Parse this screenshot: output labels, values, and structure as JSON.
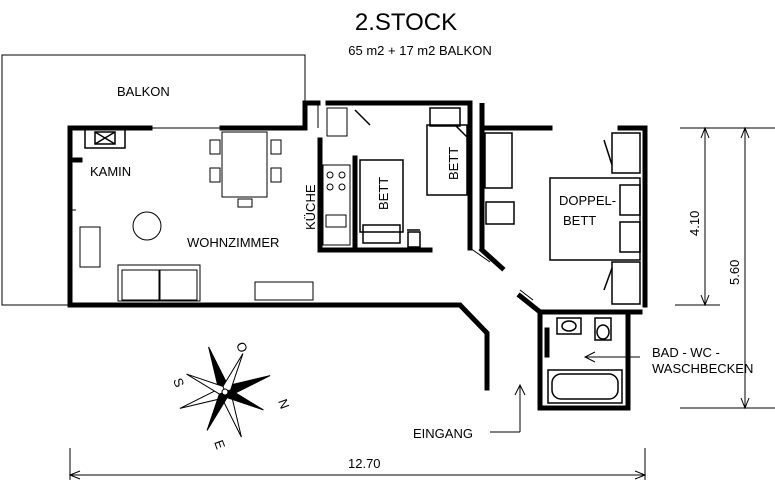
{
  "title": "2.STOCK",
  "subtitle": "65 m2 + 17 m2 BALKON",
  "rooms": {
    "balcony": "BALKON",
    "fireplace": "KAMIN",
    "living_room": "WOHNZIMMER",
    "kitchen": "KÜCHE",
    "bed_1": "BETT",
    "bed_2": "BETT",
    "double_bed_line1": "DOPPEL-",
    "double_bed_line2": "BETT",
    "bath_line1": "BAD - WC -",
    "bath_line2": "WASCHBECKEN",
    "entrance": "EINGANG"
  },
  "dimensions": {
    "total_width": "12.70",
    "bedroom_depth": "4.10",
    "total_depth": "5.60"
  },
  "compass": {
    "north": "N",
    "east": "E",
    "south": "S",
    "west": "O"
  }
}
